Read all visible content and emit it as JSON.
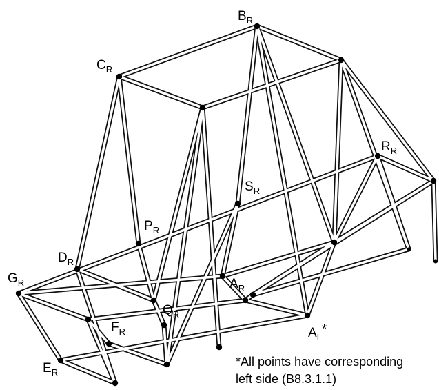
{
  "labels": {
    "B": {
      "main": "B",
      "sub": "R"
    },
    "C": {
      "main": "C",
      "sub": "R"
    },
    "R": {
      "main": "R",
      "sub": "R"
    },
    "S": {
      "main": "S",
      "sub": "R"
    },
    "P": {
      "main": "P",
      "sub": "R"
    },
    "D": {
      "main": "D",
      "sub": "R"
    },
    "G": {
      "main": "G",
      "sub": "R"
    },
    "A_R": {
      "main": "A",
      "sub": "R"
    },
    "Q": {
      "main": "Q",
      "sub": "R"
    },
    "F": {
      "main": "F",
      "sub": "R"
    },
    "A_L": {
      "main": "A",
      "sub": "L",
      "suffix": "*"
    },
    "E": {
      "main": "E",
      "sub": "R"
    }
  },
  "note": {
    "line1": "*All points have corresponding",
    "line2": "left side (B8.3.1.1)"
  }
}
